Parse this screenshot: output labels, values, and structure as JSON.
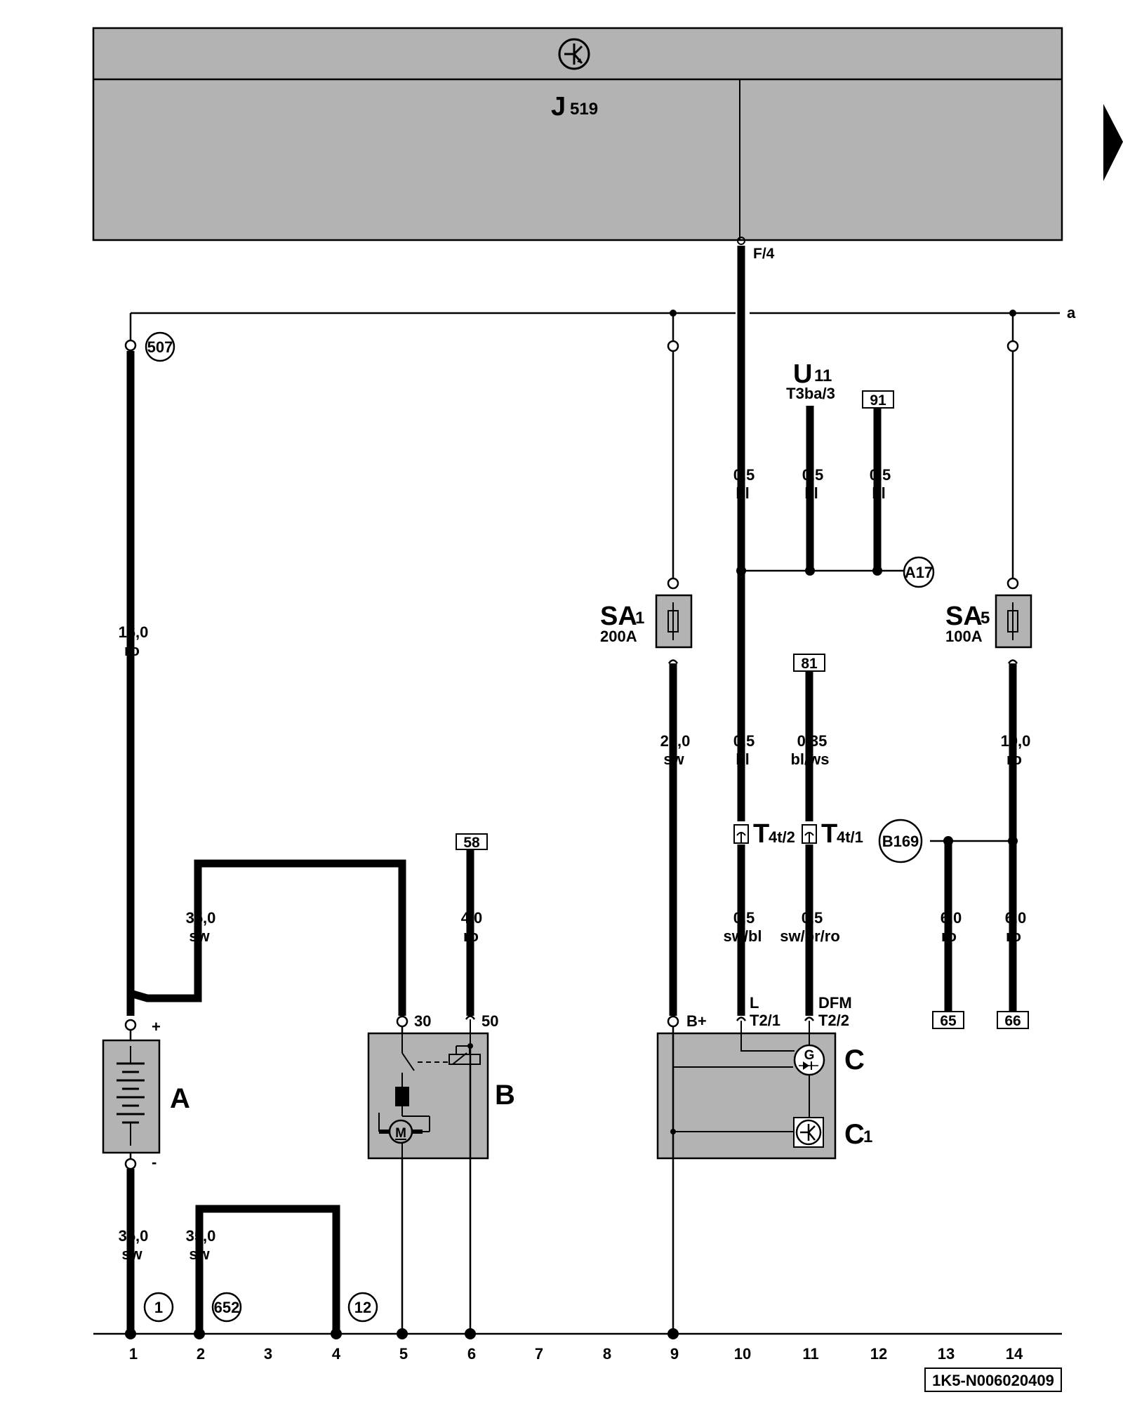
{
  "control_unit": {
    "name": "J",
    "index": "519",
    "pin": "F/4"
  },
  "bus_label": "a",
  "nodes": {
    "n507": "507",
    "nA17": "A17",
    "nB169": "B169",
    "n1": "1",
    "n652": "652",
    "n12": "12"
  },
  "components": {
    "A": "A",
    "B": "B",
    "C": "C",
    "C1": "C",
    "C1_sub": "1",
    "SA1": "SA",
    "SA1_sub": "1",
    "SA1_rating": "200A",
    "SA5": "SA",
    "SA5_sub": "5",
    "SA5_rating": "100A",
    "U11": "U",
    "U11_sub": "11",
    "U11_conn": "T3ba/3"
  },
  "references": {
    "r91": "91",
    "r81": "81",
    "r58": "58",
    "r65": "65",
    "r66": "66"
  },
  "wires": {
    "w_16_ro": [
      "16,0",
      "ro"
    ],
    "w_35_sw_top": [
      "35,0",
      "sw"
    ],
    "w_4_ro": [
      "4,0",
      "ro"
    ],
    "w_25_sw": [
      "25,0",
      "sw"
    ],
    "w_05_bl_a": [
      "0,5",
      "bl"
    ],
    "w_05_bl_b": [
      "0,5",
      "bl"
    ],
    "w_05_bl_c": [
      "0,5",
      "bl"
    ],
    "w_05_bl_d": [
      "0,5",
      "bl"
    ],
    "w_035_blws": [
      "0,35",
      "bl/ws"
    ],
    "w_10_ro": [
      "10,0",
      "ro"
    ],
    "w_05_swbl": [
      "0,5",
      "sw/bl"
    ],
    "w_05_swbrro": [
      "0,5",
      "sw/br/ro"
    ],
    "w_6_ro_a": [
      "6,0",
      "ro"
    ],
    "w_6_ro_b": [
      "6,0",
      "ro"
    ],
    "w_35_sw_bat": [
      "35,0",
      "sw"
    ],
    "w_35_sw_gnd": [
      "35,0",
      "sw"
    ]
  },
  "connectors": {
    "t4t2": "T",
    "t4t2_sub": "4t/2",
    "t4t1": "T",
    "t4t1_sub": "4t/1",
    "l_label": "L",
    "l_pin": "T2/1",
    "dfm_label": "DFM",
    "dfm_pin": "T2/2",
    "bplus": "B+",
    "p30": "30",
    "p50": "50",
    "plus": "+",
    "minus": "-"
  },
  "symbols": {
    "generator": "G",
    "motor": "M"
  },
  "track_numbers": [
    "1",
    "2",
    "3",
    "4",
    "5",
    "6",
    "7",
    "8",
    "9",
    "10",
    "11",
    "12",
    "13",
    "14"
  ],
  "footer_code": "1K5-N006020409",
  "icon_names": [
    "ground-symbol-icon",
    "fuse-icon",
    "battery-icon",
    "motor-icon",
    "generator-icon",
    "regulator-icon",
    "next-page-arrow-icon"
  ]
}
